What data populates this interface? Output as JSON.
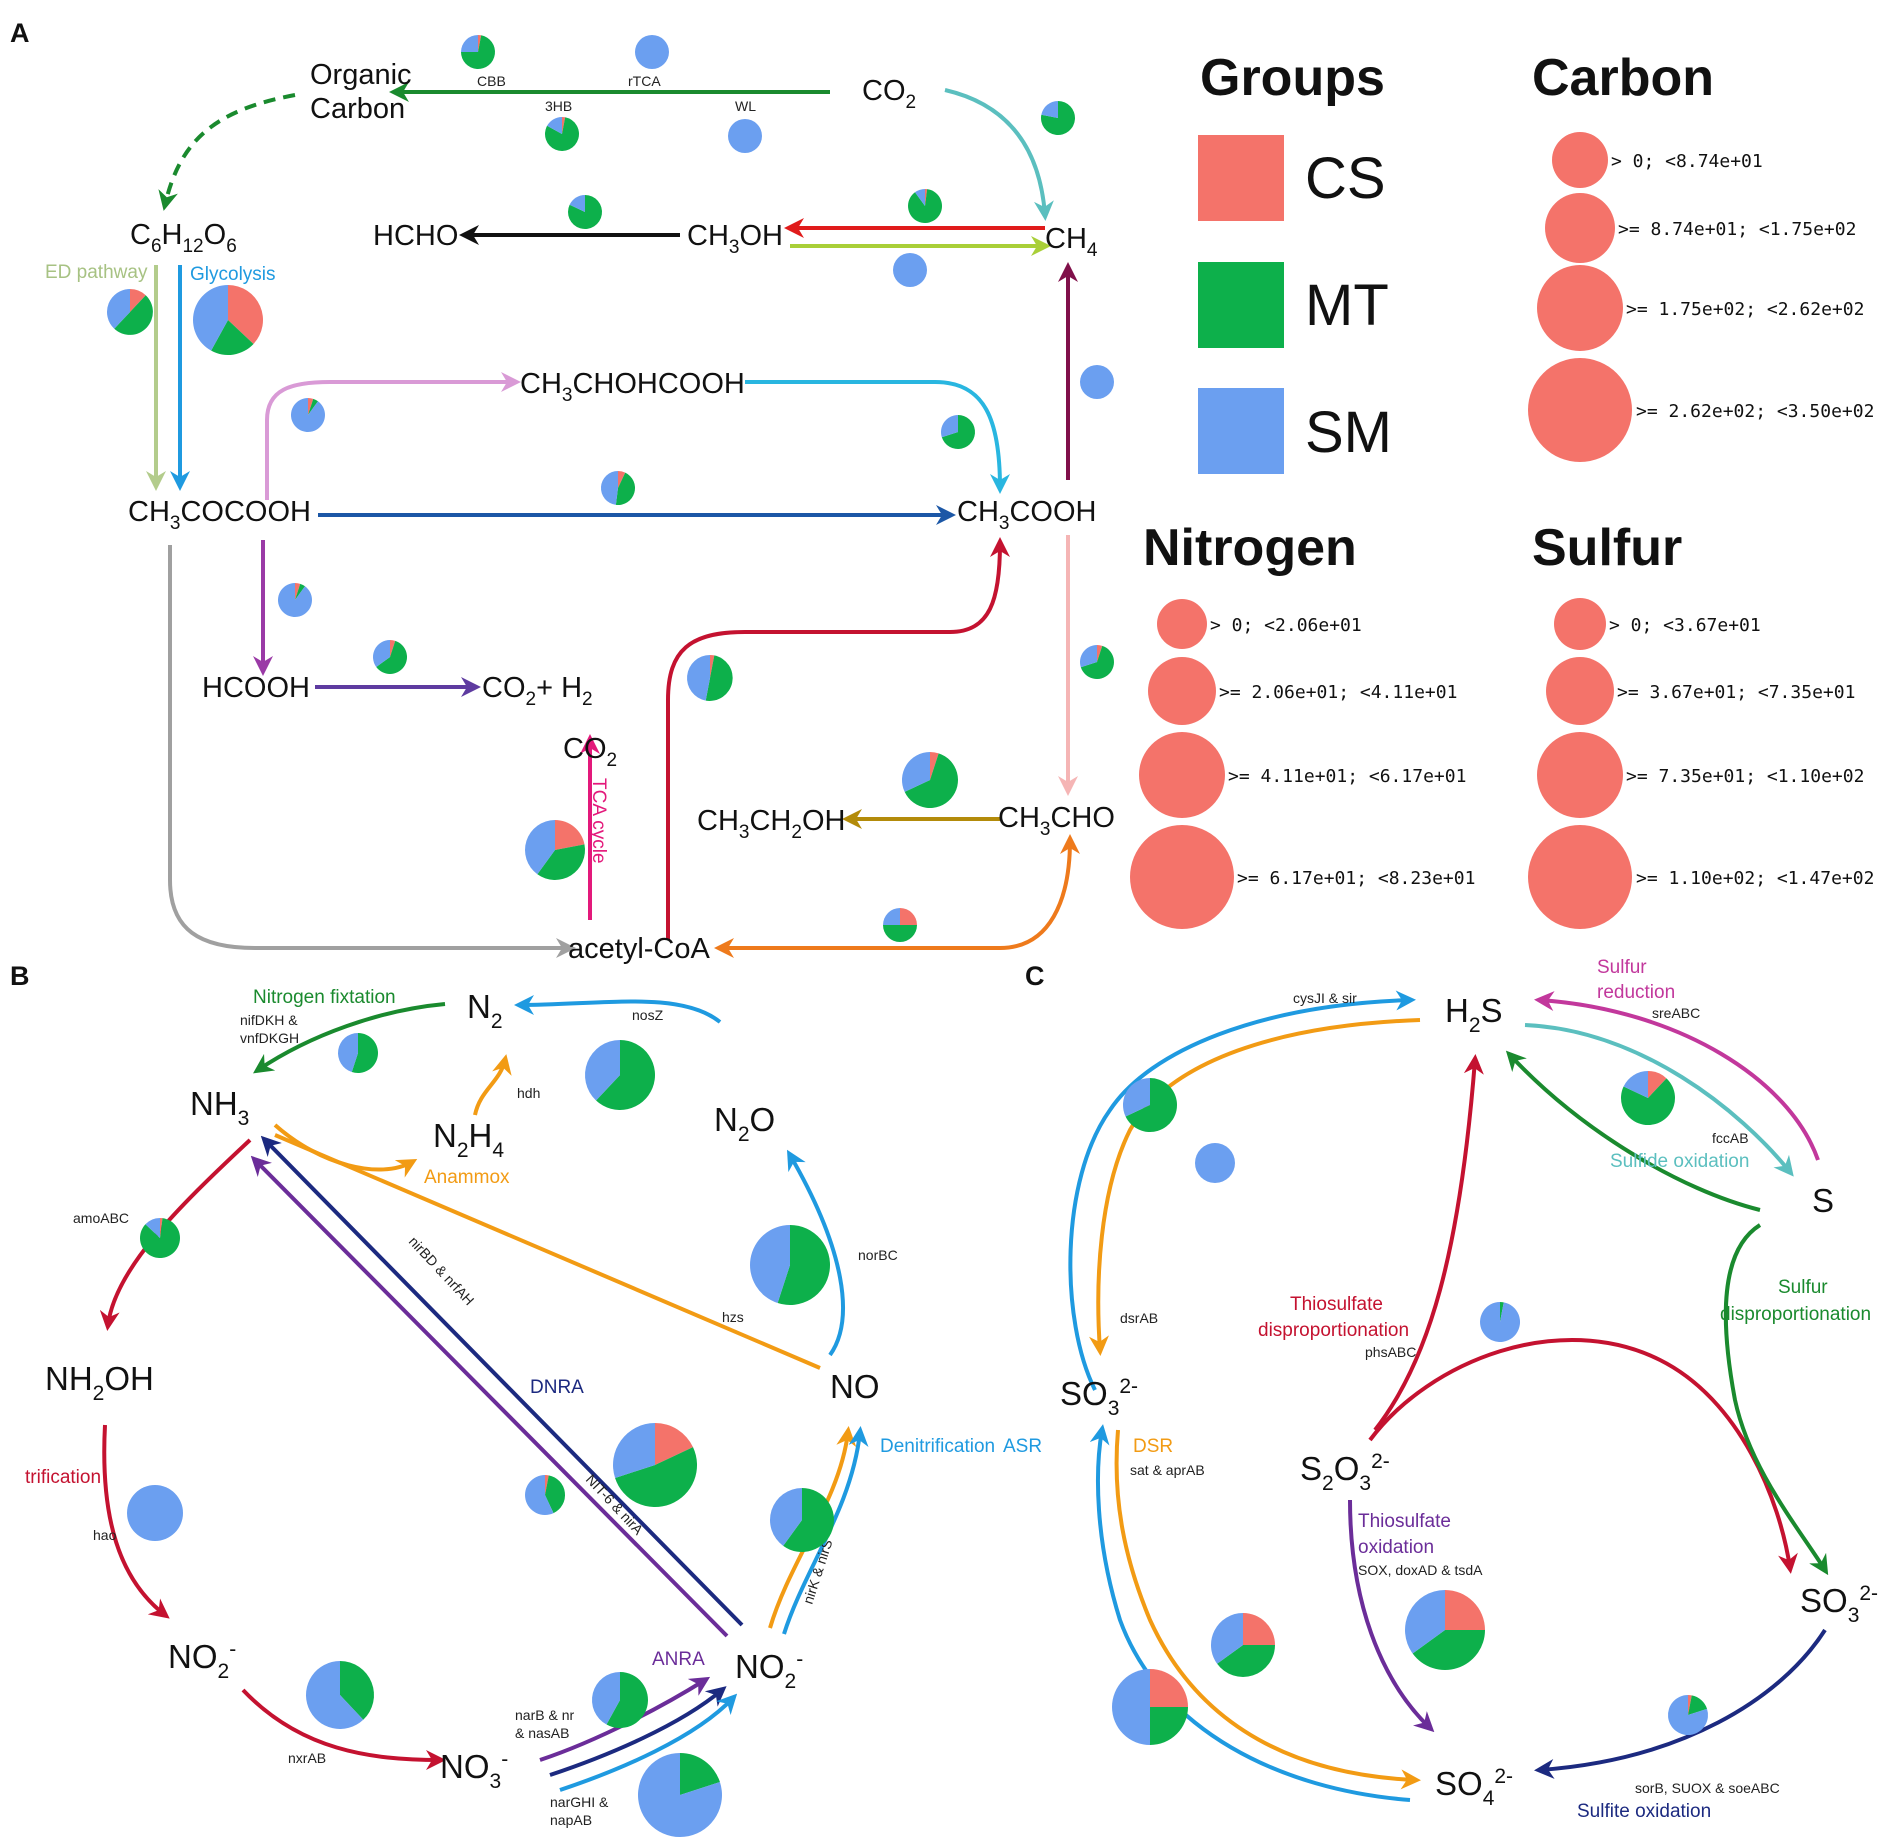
{
  "panels": {
    "a": "A",
    "b": "B",
    "c": "C"
  },
  "colors": {
    "CS": "#f4736a",
    "MT": "#0db04b",
    "SM": "#6b9ff0"
  },
  "legend": {
    "groups_title": "Groups",
    "groups": [
      "CS",
      "MT",
      "SM"
    ],
    "carbon_title": "Carbon",
    "carbon_bins": [
      "> 0; <8.74e+01",
      ">= 8.74e+01; <1.75e+02",
      ">= 1.75e+02; <2.62e+02",
      ">= 2.62e+02; <3.50e+02"
    ],
    "nitrogen_title": "Nitrogen",
    "nitrogen_bins": [
      "> 0; <2.06e+01",
      ">= 2.06e+01; <4.11e+01",
      ">= 4.11e+01; <6.17e+01",
      ">= 6.17e+01; <8.23e+01"
    ],
    "sulfur_title": "Sulfur",
    "sulfur_bins": [
      "> 0; <3.67e+01",
      ">= 3.67e+01; <7.35e+01",
      ">= 7.35e+01; <1.10e+02",
      ">= 1.10e+02; <1.47e+02"
    ]
  },
  "carbon": {
    "organic_carbon": [
      "Organic",
      "Carbon"
    ],
    "pathways": {
      "ed": "ED pathway",
      "glycolysis": "Glycolysis",
      "tca": "TCA cycle",
      "cbb": "CBB",
      "rtca": "rTCA",
      "hb3": "3HB",
      "wl": "WL"
    },
    "nodes": {
      "ch3cochoh": "CH3CHOHCOOH",
      "pyruvate": "CH3COCOOH",
      "acetate": "CH3COOH",
      "acetylcoa": "acetyl-CoA",
      "ethanol": "CH3CH2OH",
      "acetaldehyde": "CH3CHO",
      "hcooh": "HCOOH",
      "hcho": "HCHO",
      "methanol": "CH3OH",
      "methane": "CH4",
      "co2_top": "CO2",
      "co2_tca": "CO2",
      "co2h2": "CO2 + H2",
      "glucose": "C6H12O6"
    }
  },
  "nitrogen": {
    "nodes": {
      "n2": "N2",
      "nh3": "NH3",
      "n2h4": "N2H4",
      "n2o": "N2O",
      "nh2oh": "NH2OH",
      "no": "NO",
      "no2_left": "NO2-",
      "no3": "NO3-",
      "no2_right": "NO2-"
    },
    "processes": {
      "fixation": "Nitrogen fixtation",
      "anammox": "Anammox",
      "dnra": "DNRA",
      "anra": "ANRA",
      "denitrification": "Denitrification",
      "nitrification": "trification"
    },
    "genes": {
      "nif": [
        "nifDKH &",
        "vnfDKGH"
      ],
      "hdh": "hdh",
      "nosz": "nosZ",
      "amo": "amoABC",
      "norbc": "norBC",
      "hzs": "hzs",
      "nrf": "nirBD & nrfAH",
      "nit6": "NIT-6 & nirA",
      "hao": "hao",
      "nxr": "nxrAB",
      "nirk": "nirK & nirS",
      "narb": [
        "narB & nr",
        "& nasAB"
      ],
      "narg": [
        "narGHI &",
        "napAB"
      ]
    }
  },
  "sulfur": {
    "nodes": {
      "h2s": "H2S",
      "s": "S",
      "so3_left": "SO3 2-",
      "s2o3": "S2O3 2-",
      "so3_right": "SO3 2-",
      "so4": "SO4 2-"
    },
    "processes": {
      "sulfur_reduction": [
        "Sulfur",
        "reduction"
      ],
      "sulfide_oxidation": "Sulfide oxidation",
      "thio_disp": [
        "Thiosulfate",
        "disproportionation"
      ],
      "sulfur_disp": [
        "Sulfur",
        "disproportionation"
      ],
      "thio_ox": [
        "Thiosulfate",
        "oxidation"
      ],
      "sulfite_ox": "Sulfite oxidation",
      "asr": "ASR",
      "dsr": "DSR"
    },
    "genes": {
      "cys": "cysJI & sir",
      "sre": "sreABC",
      "fcc": "fccAB",
      "dsrab": "dsrAB",
      "phs": "phsABC",
      "sat": "sat & aprAB",
      "sox": "SOX, doxAD & tsdA",
      "sor": "sorB, SUOX & soeABC"
    }
  },
  "pies": [
    {
      "group": "carbon",
      "label": "CBB",
      "cs": 3,
      "mt": 72,
      "sm": 25
    },
    {
      "group": "carbon",
      "label": "rTCA",
      "cs": 0,
      "mt": 0,
      "sm": 100
    },
    {
      "group": "carbon",
      "label": "3HB",
      "cs": 3,
      "mt": 80,
      "sm": 17
    },
    {
      "group": "carbon",
      "label": "WL",
      "cs": 0,
      "mt": 0,
      "sm": 100
    },
    {
      "group": "carbon",
      "label": "CO2-CH4",
      "cs": 0,
      "mt": 78,
      "sm": 22
    },
    {
      "group": "carbon",
      "label": "HCHO-CH3OH",
      "cs": 0,
      "mt": 82,
      "sm": 18
    },
    {
      "group": "carbon",
      "label": "CH4-CH3OH",
      "cs": 2,
      "mt": 88,
      "sm": 10
    },
    {
      "group": "carbon",
      "label": "CH3OH-CH4",
      "cs": 0,
      "mt": 0,
      "sm": 100
    },
    {
      "group": "carbon",
      "label": "ED pathway",
      "cs": 12,
      "mt": 50,
      "sm": 38
    },
    {
      "group": "carbon",
      "label": "Glycolysis",
      "cs": 37,
      "mt": 21,
      "sm": 42
    },
    {
      "group": "carbon",
      "label": "CH3COOH-CH4",
      "cs": 0,
      "mt": 0,
      "sm": 100
    },
    {
      "group": "carbon",
      "label": "CH3COCOOH-CH3CHOHCOOH",
      "cs": 5,
      "mt": 5,
      "sm": 90
    },
    {
      "group": "carbon",
      "label": "CH3CHOHCOOH-CH3COOH",
      "cs": 0,
      "mt": 70,
      "sm": 30
    },
    {
      "group": "carbon",
      "label": "CH3COCOOH-CH3COOH",
      "cs": 7,
      "mt": 45,
      "sm": 48
    },
    {
      "group": "carbon",
      "label": "CH3COCOOH-HCOOH",
      "cs": 5,
      "mt": 5,
      "sm": 90
    },
    {
      "group": "carbon",
      "label": "HCOOH-CO2",
      "cs": 5,
      "mt": 60,
      "sm": 35
    },
    {
      "group": "carbon",
      "label": "acetyl-CoA-CH3COOH",
      "cs": 3,
      "mt": 50,
      "sm": 47
    },
    {
      "group": "carbon",
      "label": "CH3COOH-CH3CHO",
      "cs": 5,
      "mt": 65,
      "sm": 30
    },
    {
      "group": "carbon",
      "label": "CH3CHO-CH3CH2OH",
      "cs": 5,
      "mt": 63,
      "sm": 32
    },
    {
      "group": "carbon",
      "label": "TCA cycle",
      "cs": 22,
      "mt": 38,
      "sm": 40
    },
    {
      "group": "carbon",
      "label": "acetyl-CoA-CH3CHO",
      "cs": 25,
      "mt": 50,
      "sm": 25
    },
    {
      "group": "nitrogen",
      "label": "Nitrogen fixtation",
      "cs": 0,
      "mt": 55,
      "sm": 45
    },
    {
      "group": "nitrogen",
      "label": "nosZ",
      "cs": 0,
      "mt": 62,
      "sm": 38
    },
    {
      "group": "nitrogen",
      "label": "amoABC",
      "cs": 2,
      "mt": 85,
      "sm": 13
    },
    {
      "group": "nitrogen",
      "label": "norBC",
      "cs": 0,
      "mt": 55,
      "sm": 45
    },
    {
      "group": "nitrogen",
      "label": "hao",
      "cs": 0,
      "mt": 0,
      "sm": 100
    },
    {
      "group": "nitrogen",
      "label": "DNRA",
      "cs": 18,
      "mt": 52,
      "sm": 30
    },
    {
      "group": "nitrogen",
      "label": "ANRA",
      "cs": 3,
      "mt": 40,
      "sm": 57
    },
    {
      "group": "nitrogen",
      "label": "Denitrification",
      "cs": 0,
      "mt": 60,
      "sm": 40
    },
    {
      "group": "nitrogen",
      "label": "nxrAB",
      "cs": 0,
      "mt": 38,
      "sm": 62
    },
    {
      "group": "nitrogen",
      "label": "narB & nr & nasAB",
      "cs": 0,
      "mt": 58,
      "sm": 42
    },
    {
      "group": "nitrogen",
      "label": "narGHI & napAB",
      "cs": 0,
      "mt": 20,
      "sm": 80
    },
    {
      "group": "sulfur",
      "label": "cysJI & sir",
      "cs": 0,
      "mt": 68,
      "sm": 32
    },
    {
      "group": "sulfur",
      "label": "dsrAB",
      "cs": 0,
      "mt": 0,
      "sm": 100
    },
    {
      "group": "sulfur",
      "label": "Sulfide oxidation",
      "cs": 12,
      "mt": 70,
      "sm": 18
    },
    {
      "group": "sulfur",
      "label": "phsABC",
      "cs": 0,
      "mt": 3,
      "sm": 97
    },
    {
      "group": "sulfur",
      "label": "Thiosulfate oxidation",
      "cs": 25,
      "mt": 40,
      "sm": 35
    },
    {
      "group": "sulfur",
      "label": "ASR",
      "cs": 25,
      "mt": 25,
      "sm": 50
    },
    {
      "group": "sulfur",
      "label": "DSR",
      "cs": 25,
      "mt": 40,
      "sm": 35
    },
    {
      "group": "sulfur",
      "label": "Sulfite oxidation",
      "cs": 3,
      "mt": 17,
      "sm": 80
    }
  ]
}
